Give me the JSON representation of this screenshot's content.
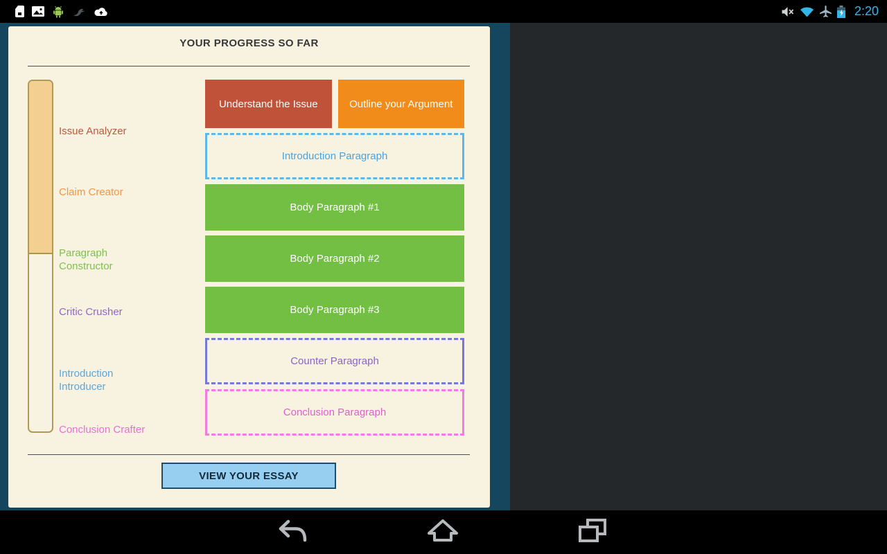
{
  "status_bar": {
    "time": "2:20",
    "left_icons": [
      "sd-card-icon",
      "gallery-icon",
      "android-icon",
      "bird-icon",
      "cloud-upload-icon"
    ],
    "right_icons": [
      "mute-icon",
      "wifi-icon",
      "airplane-mode-icon",
      "battery-charging-icon"
    ],
    "accent_color": "#33b5e5"
  },
  "app": {
    "title": "YOUR PROGRESS SO FAR",
    "view_essay_button": "VIEW YOUR ESSAY",
    "background_color": "#15465e",
    "card_color": "#f8f2e1",
    "progress_fill": "49.5%",
    "progress_fill_color": "#f3d092",
    "progress_border_color": "#b19a58",
    "button_fill": "#96cff0",
    "button_border": "#204c66"
  },
  "stages": [
    {
      "label": "Issue Analyzer",
      "color": "#bf5740"
    },
    {
      "label": "Claim Creator",
      "color": "#f29544"
    },
    {
      "label": "Paragraph Constructor",
      "color": "#7dc24c"
    },
    {
      "label": "Critic Crusher",
      "color": "#9168c8"
    },
    {
      "label": "Introduction Introducer",
      "color": "#58a8de"
    },
    {
      "label": "Conclusion Crafter",
      "color": "#e86fd8"
    }
  ],
  "boxes": [
    {
      "label": "Understand the Issue",
      "state": "complete",
      "fill": "#c0523a"
    },
    {
      "label": "Outline your Argument",
      "state": "complete",
      "fill": "#f18c1a"
    },
    {
      "label": "Introduction Paragraph",
      "state": "incomplete",
      "border": "#5cb8ea",
      "text": "#4aa3dc"
    },
    {
      "label": "Body Paragraph #1",
      "state": "complete",
      "fill": "#72bf44"
    },
    {
      "label": "Body Paragraph #2",
      "state": "complete",
      "fill": "#72bf44"
    },
    {
      "label": "Body Paragraph #3",
      "state": "complete",
      "fill": "#72bf44"
    },
    {
      "label": "Counter Paragraph",
      "state": "incomplete",
      "border": "#7678d8",
      "text": "#8b64c8"
    },
    {
      "label": "Conclusion Paragraph",
      "state": "incomplete",
      "border": "#f07ce2",
      "text": "#e060ce"
    }
  ],
  "nav_bar": {
    "buttons": [
      "back-button",
      "home-button",
      "recents-button"
    ]
  }
}
